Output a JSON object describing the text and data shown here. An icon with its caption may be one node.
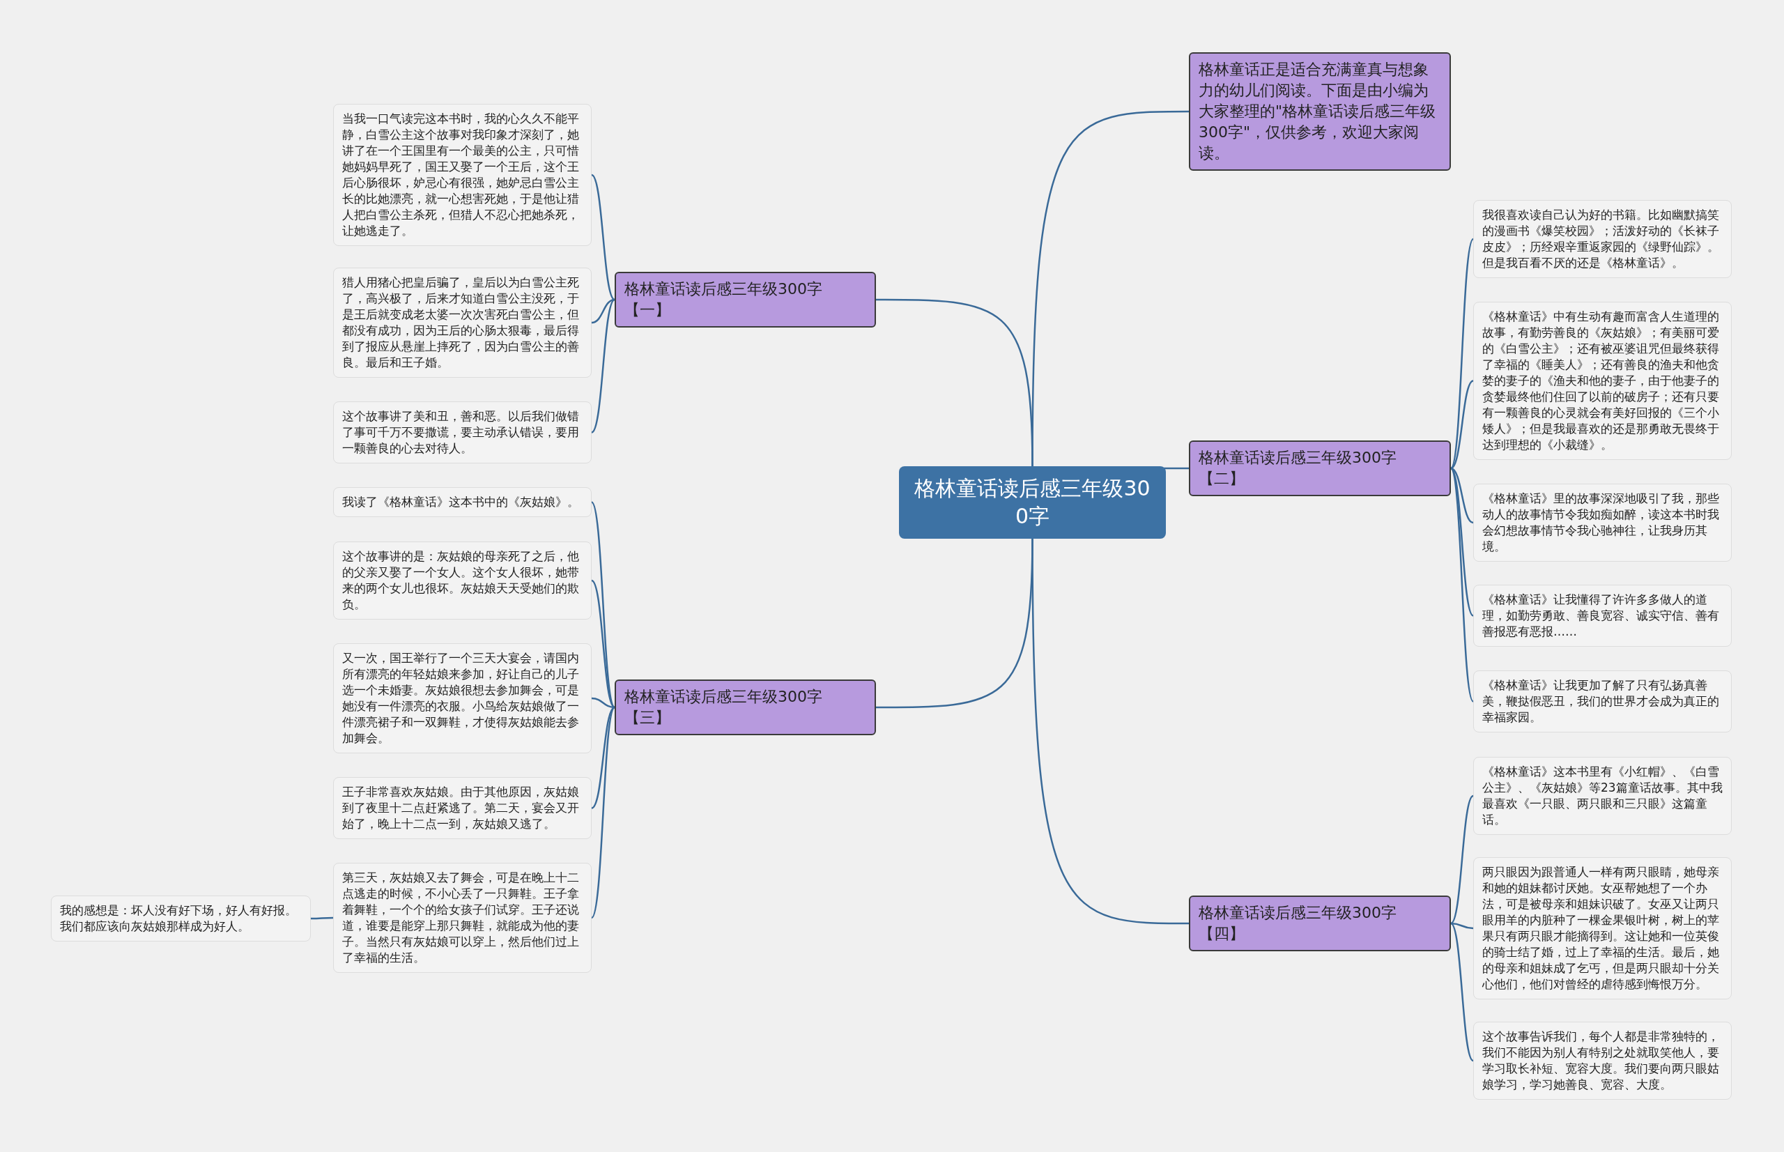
{
  "diagram": {
    "nodes": [
      {
        "text": [
          "格林童话读后感三年级300字"
        ]
      },
      {
        "text": [
          "格林童话正是适合充满童真与想象力的幼儿们阅读。下面是由小编为大家整理的\"格林童话读后感三年级300字\"，仅供参考，欢迎大家阅读。"
        ]
      },
      {
        "text": [
          "格林童话读后感三年级300字【一】"
        ]
      },
      {
        "text": [
          "当我一口气读完这本书时，我的心久久不能平静，白雪公主这个故事对我印象才深刻了，她讲了在一个王国里有一个最美的公主，只可惜她妈妈早死了，国王又娶了一个王后，这个王后心肠很坏，妒忌心有很强，她妒忌白雪公主长的比她漂亮，就一心想害死她，于是他让猎人把白雪公主杀死，但猎人不忍心把她杀死，让她逃走了。"
        ]
      },
      {
        "text": [
          "猎人用猪心把皇后骗了，皇后以为白雪公主死了，高兴极了，后来才知道白雪公主没死，于是王后就变成老太婆一次次害死白雪公主，但都没有成功，因为王后的心肠太狠毒，最后得到了报应从悬崖上摔死了，因为白雪公主的善良。最后和王子婚。"
        ]
      },
      {
        "text": [
          "这个故事讲了美和丑，善和恶。以后我们做错了事可千万不要撒谎，要主动承认错误，要用一颗善良的心去对待人。"
        ]
      },
      {
        "text": [
          "格林童话读后感三年级300字【二】"
        ]
      },
      {
        "text": [
          "我很喜欢读自己认为好的书籍。比如幽默搞笑的漫画书《爆笑校园》；活泼好动的《长袜子皮皮》；历经艰辛重返家园的《绿野仙踪》。但是我百看不厌的还是《格林童话》。"
        ]
      },
      {
        "text": [
          "《格林童话》中有生动有趣而富含人生道理的故事，有勤劳善良的《灰姑娘》；有美丽可爱的《白雪公主》；还有被巫婆诅咒但最终获得了幸福的《睡美人》；还有善良的渔夫和他贪婪的妻子的《渔夫和他的妻子，由于他妻子的贪婪最终他们住回了以前的破房子；还有只要有一颗善良的心灵就会有美好回报的《三个小矮人》；但是我最喜欢的还是那勇敢无畏终于达到理想的《小裁缝》。"
        ]
      },
      {
        "text": [
          "《格林童话》里的故事深深地吸引了我，那些动人的故事情节令我如痴如醉，读这本书时我会幻想故事情节令我心驰神往，让我身历其境。"
        ]
      },
      {
        "text": [
          "《格林童话》让我懂得了许许多多做人的道理，如勤劳勇敢、善良宽容、诚实守信、善有善报恶有恶报……"
        ]
      },
      {
        "text": [
          "《格林童话》让我更加了解了只有弘扬真善美，鞭挞假恶丑，我们的世界才会成为真正的幸福家园。"
        ]
      },
      {
        "text": [
          "格林童话读后感三年级300字【三】"
        ]
      },
      {
        "text": [
          "我读了《格林童话》这本书中的《灰姑娘》。"
        ]
      },
      {
        "text": [
          "这个故事讲的是：灰姑娘的母亲死了之后，他的父亲又娶了一个女人。这个女人很坏，她带来的两个女儿也很坏。灰姑娘天天受她们的欺负。"
        ]
      },
      {
        "text": [
          "又一次，国王举行了一个三天大宴会，请国内所有漂亮的年轻姑娘来参加，好让自己的儿子选一个未婚妻。灰姑娘很想去参加舞会，可是她没有一件漂亮的衣服。小鸟给灰姑娘做了一件漂亮裙子和一双舞鞋，才使得灰姑娘能去参加舞会。"
        ]
      },
      {
        "text": [
          "王子非常喜欢灰姑娘。由于其他原因，灰姑娘到了夜里十二点赶紧逃了。第二天，宴会又开始了，晚上十二点一到，灰姑娘又逃了。"
        ]
      },
      {
        "text": [
          "第三天，灰姑娘又去了舞会，可是在晚上十二点逃走的时候，不小心丢了一只舞鞋。王子拿着舞鞋，一个个的给女孩子们试穿。王子还说道，谁要是能穿上那只舞鞋，就能成为他的妻子。当然只有灰姑娘可以穿上，然后他们过上了幸福的生活。"
        ]
      },
      {
        "text": [
          "我的感想是：坏人没有好下场，好人有好报。我们都应该向灰姑娘那样成为好人。"
        ]
      },
      {
        "text": [
          "格林童话读后感三年级300字【四】"
        ]
      },
      {
        "text": [
          "《格林童话》这本书里有《小红帽》、《白雪公主》、《灰姑娘》等23篇童话故事。其中我最喜欢《一只眼、两只眼和三只眼》这篇童话。"
        ]
      },
      {
        "text": [
          "两只眼因为跟普通人一样有两只眼睛，她母亲和她的姐妹都讨厌她。女巫帮她想了一个办法，可是被母亲和姐妹识破了。女巫又让两只眼用羊的内脏种了一棵金果银叶树，树上的苹果只有两只眼才能摘得到。这让她和一位英俊的骑士结了婚，过上了幸福的生活。最后，她的母亲和姐妹成了乞丐，但是两只眼却十分关心他们，他们对曾经的虐待感到悔恨万分。"
        ]
      },
      {
        "text": [
          "这个故事告诉我们，每个人都是非常独特的，我们不能因为别人有特别之处就取笑他人，要学习取长补短、宽容大度。我们要向两只眼姑娘学习，学习她善良、宽容、大度。"
        ]
      }
    ],
    "edges": [
      {
        "from": 0,
        "to": 1,
        "arrow": "none"
      },
      {
        "from": 0,
        "to": 2,
        "arrow": "none"
      },
      {
        "from": 2,
        "to": 3,
        "arrow": "none"
      },
      {
        "from": 2,
        "to": 4,
        "arrow": "none"
      },
      {
        "from": 2,
        "to": 5,
        "arrow": "none"
      },
      {
        "from": 0,
        "to": 6,
        "arrow": "none"
      },
      {
        "from": 6,
        "to": 7,
        "arrow": "none"
      },
      {
        "from": 6,
        "to": 8,
        "arrow": "none"
      },
      {
        "from": 6,
        "to": 9,
        "arrow": "none"
      },
      {
        "from": 6,
        "to": 10,
        "arrow": "none"
      },
      {
        "from": 6,
        "to": 11,
        "arrow": "none"
      },
      {
        "from": 0,
        "to": 12,
        "arrow": "none"
      },
      {
        "from": 12,
        "to": 13,
        "arrow": "none"
      },
      {
        "from": 12,
        "to": 14,
        "arrow": "none"
      },
      {
        "from": 12,
        "to": 15,
        "arrow": "none"
      },
      {
        "from": 12,
        "to": 16,
        "arrow": "none"
      },
      {
        "from": 12,
        "to": 17,
        "arrow": "none"
      },
      {
        "from": 17,
        "to": 18,
        "arrow": "none"
      },
      {
        "from": 0,
        "to": 19,
        "arrow": "none"
      },
      {
        "from": 19,
        "to": 20,
        "arrow": "none"
      },
      {
        "from": 19,
        "to": 21,
        "arrow": "none"
      },
      {
        "from": 19,
        "to": 22,
        "arrow": "none"
      }
    ]
  }
}
